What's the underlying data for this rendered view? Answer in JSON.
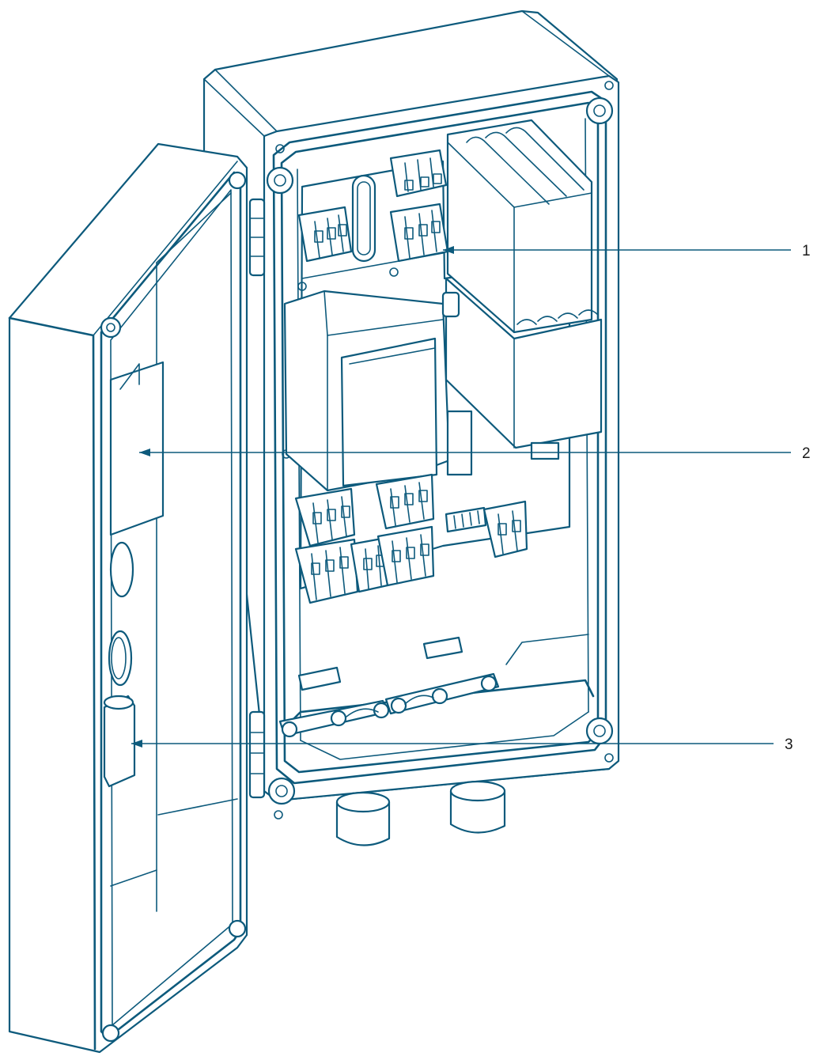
{
  "colors": {
    "line": "#0d5a7c",
    "label": "#1a1a1a"
  },
  "callouts": [
    {
      "label": "1"
    },
    {
      "label": "2"
    },
    {
      "label": "3"
    }
  ]
}
